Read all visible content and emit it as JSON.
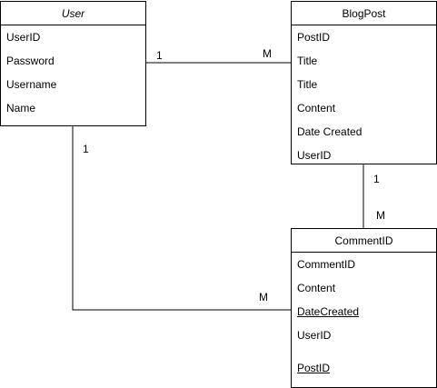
{
  "entities": {
    "user": {
      "title": "User",
      "fields": [
        "UserID",
        "Password",
        "Username",
        "Name"
      ]
    },
    "blogpost": {
      "title": "BlogPost",
      "fields": [
        "PostID",
        "Title",
        "Title",
        "Content",
        "Date Created",
        "UserID"
      ]
    },
    "comment": {
      "title": "CommentID",
      "fields": [
        "CommentID",
        "Content",
        "DateCreated",
        "UserID",
        "PostID"
      ]
    }
  },
  "relationships": {
    "user_blogpost": {
      "from_card": "1",
      "to_card": "M"
    },
    "user_comment": {
      "from_card": "1",
      "to_card": "M"
    },
    "blogpost_comment": {
      "from_card": "1",
      "to_card": "M"
    }
  },
  "colors": {
    "line": "#000000",
    "box_fill": "#ffffff",
    "text": "#000000"
  }
}
